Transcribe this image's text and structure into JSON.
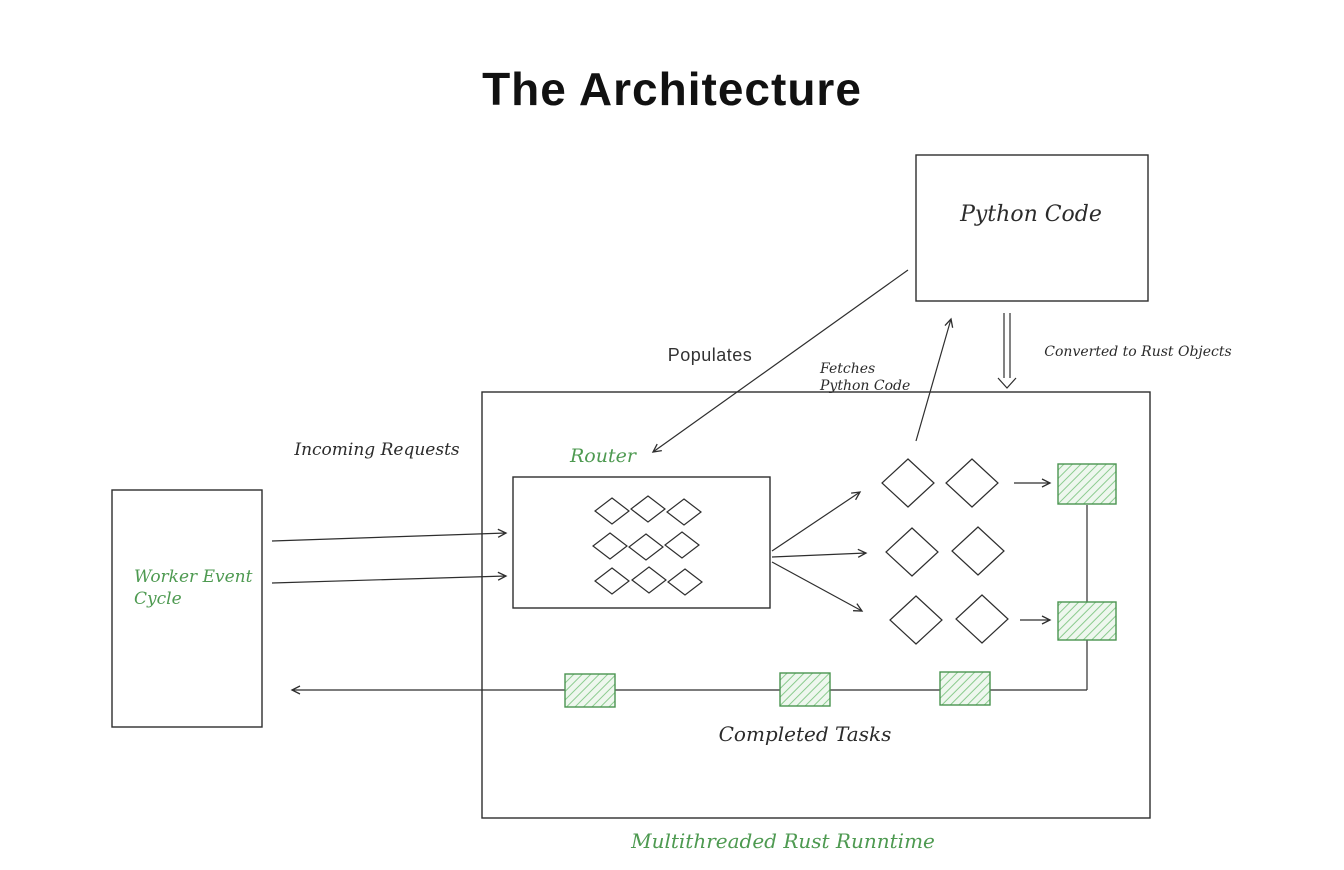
{
  "title": "The Architecture",
  "colors": {
    "accent_green": "#4e9a51",
    "line": "#2e2e2e",
    "hatch_fill": "#eef7ee",
    "hatch_line": "#8bcb8e"
  },
  "nodes": {
    "python_code": {
      "label": "Python Code"
    },
    "router": {
      "label": "Router"
    },
    "worker_event_cycle": {
      "label_line1": "Worker Event",
      "label_line2": "Cycle"
    },
    "runtime": {
      "label": "Multithreaded Rust Runntime"
    }
  },
  "edges": {
    "incoming_requests": {
      "label": "Incoming Requests"
    },
    "populates": {
      "label": "Populates"
    },
    "fetches": {
      "line1": "Fetches",
      "line2": "Python Code"
    },
    "converted": {
      "label": "Converted to Rust Objects"
    },
    "completed": {
      "label": "Completed Tasks"
    }
  }
}
